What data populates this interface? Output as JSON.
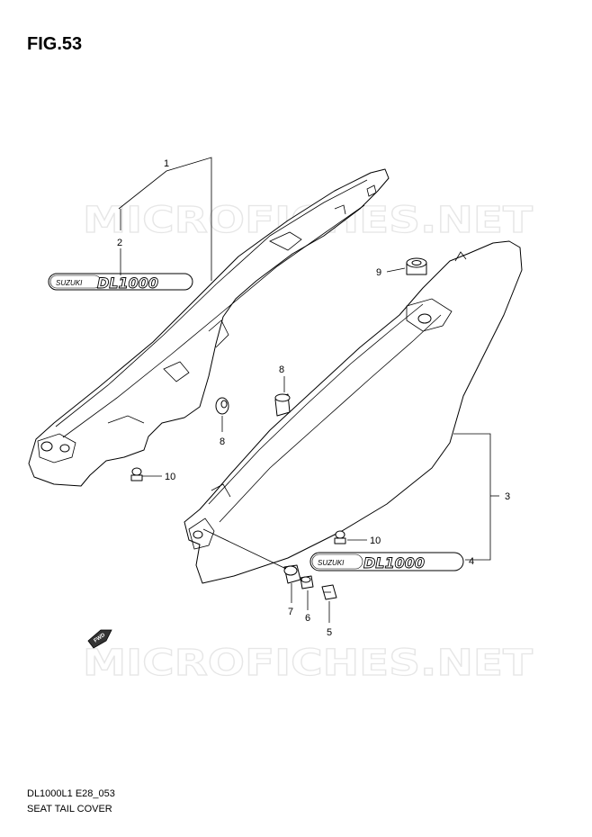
{
  "figure": {
    "title": "FIG.53",
    "model_code": "DL1000L1 E28_053",
    "caption": "SEAT TAIL COVER"
  },
  "watermark": {
    "text": "MICROFICHES.NET",
    "color": "#e6e6e6"
  },
  "emblem": {
    "brand": "SUZUKI",
    "model": "DL1000"
  },
  "direction_badge": {
    "label": "FWD"
  },
  "callouts": {
    "c1": "1",
    "c2": "2",
    "c3": "3",
    "c4": "4",
    "c5": "5",
    "c6": "6",
    "c7": "7",
    "c8a": "8",
    "c8b": "8",
    "c9": "9",
    "c10a": "10",
    "c10b": "10"
  },
  "colors": {
    "line": "#000000",
    "background": "#ffffff"
  }
}
